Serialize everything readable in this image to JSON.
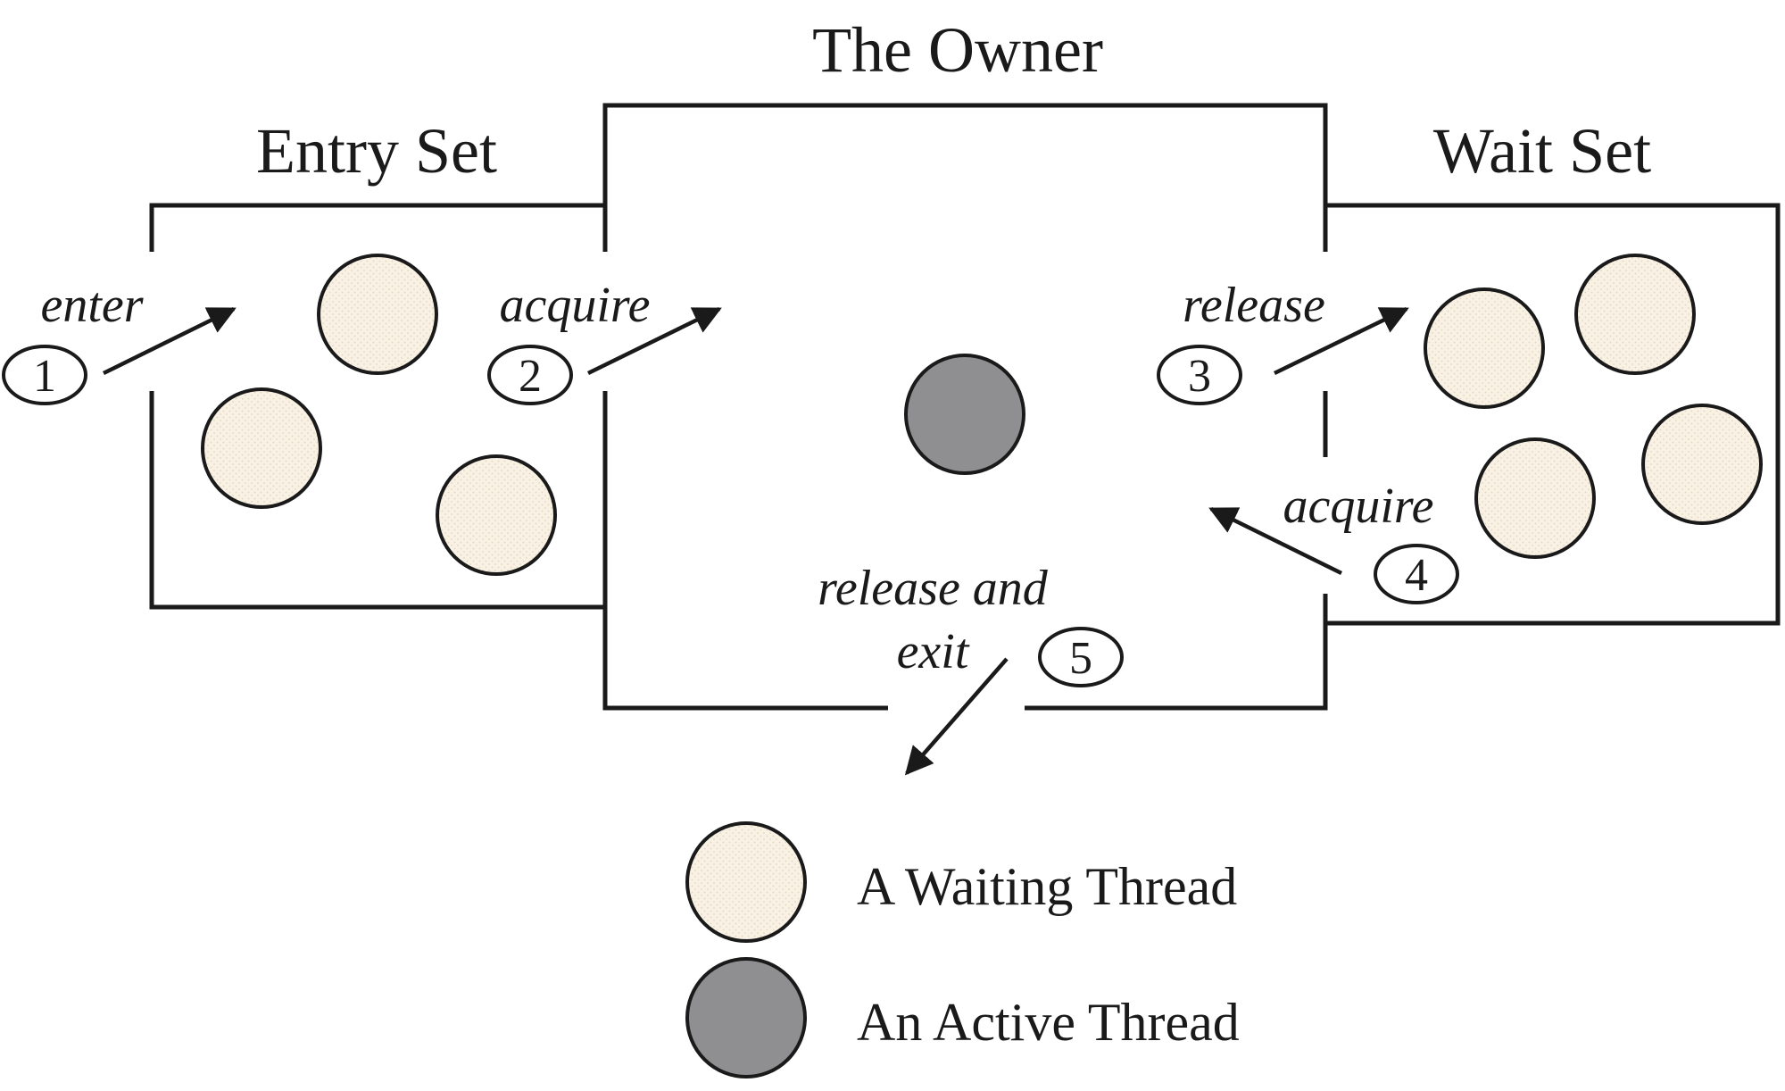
{
  "titles": {
    "owner": "The Owner",
    "entry_set": "Entry Set",
    "wait_set": "Wait Set"
  },
  "steps": [
    {
      "number": "1",
      "label": "enter"
    },
    {
      "number": "2",
      "label": "acquire"
    },
    {
      "number": "3",
      "label": "release"
    },
    {
      "number": "4",
      "label": "acquire"
    },
    {
      "number": "5",
      "label_line1": "release and",
      "label_line2": "exit"
    }
  ],
  "legend": {
    "waiting": "A Waiting Thread",
    "active": "An Active Thread"
  },
  "colors": {
    "waiting_thread": "#f8f1e4",
    "active_thread": "#8f8f92",
    "outline": "#1a1a1a"
  }
}
